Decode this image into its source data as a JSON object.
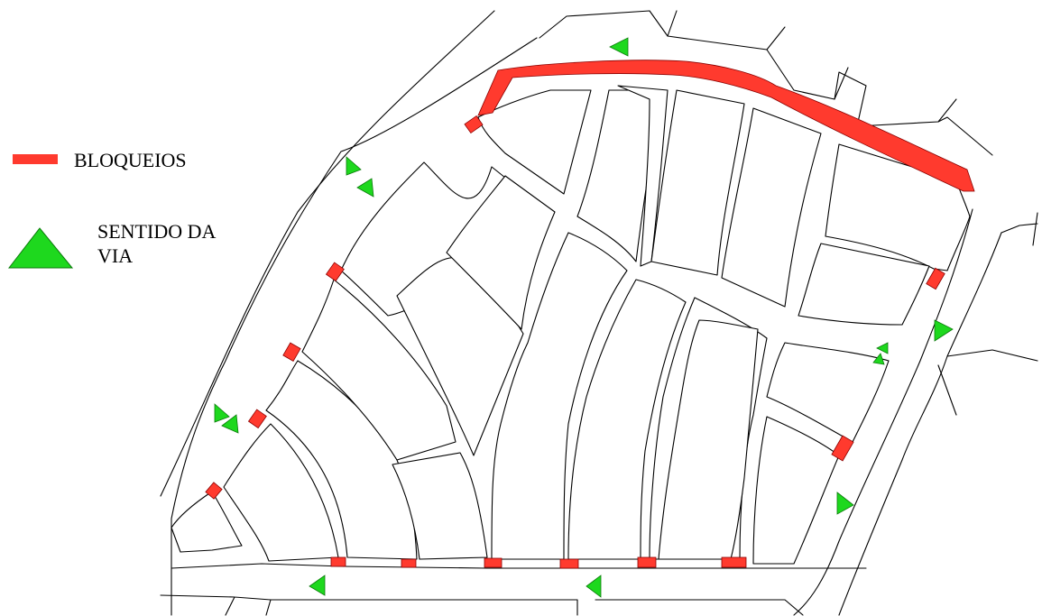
{
  "legend": {
    "blockade_label": "BLOQUEIOS",
    "direction_label": "SENTIDO DA\nVIA"
  },
  "colors": {
    "blockade": "#ff3a2e",
    "direction": "#1ed81e",
    "street": "#000000",
    "background": "#ffffff"
  },
  "symbols": {
    "blockade_symbol": "red-bar",
    "direction_symbol": "green-triangle"
  }
}
